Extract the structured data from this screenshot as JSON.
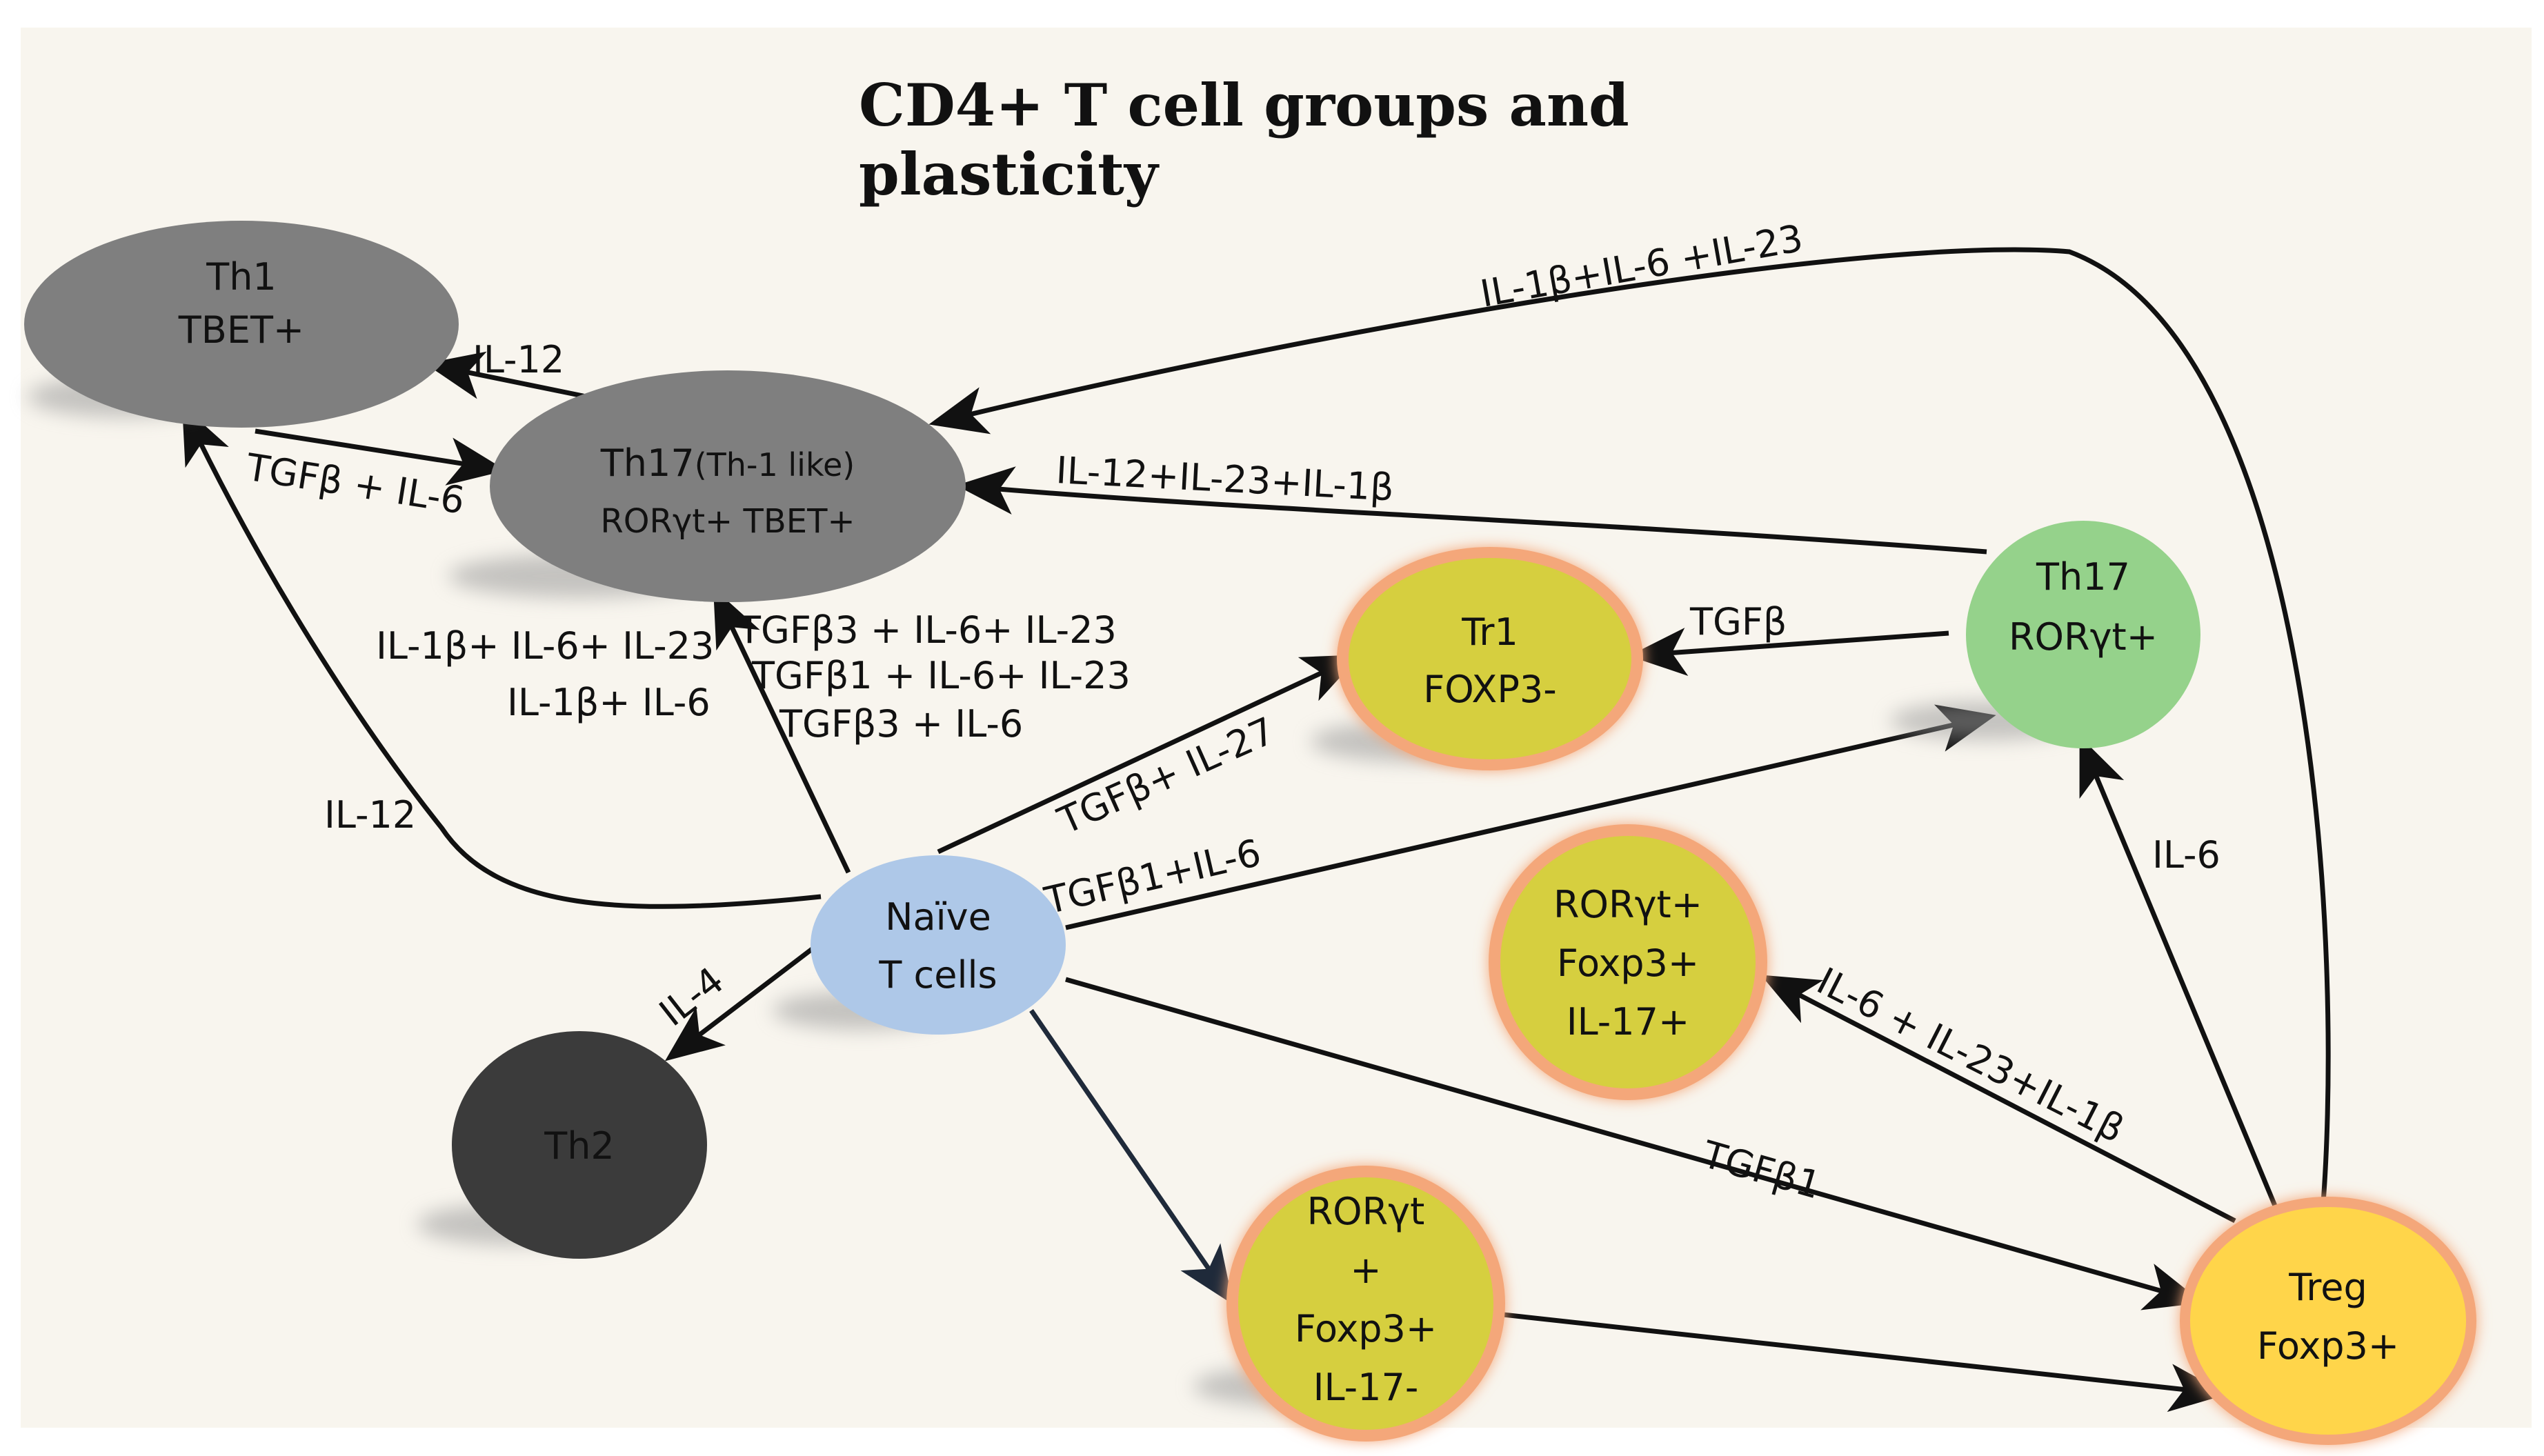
{
  "title_line1": "CD4+ T cell groups and",
  "title_line2": "plasticity",
  "colors": {
    "background": "#f8f5ee",
    "gray_node": "#7f7f7f",
    "dark_node": "#3b3b3b",
    "blue_node": "#aec8e8",
    "green_node": "#95d28b",
    "olive_node": "#d6cf3f",
    "yellow_node": "#ffd54a",
    "glow": "#f4a77a",
    "arrow": "#111111",
    "arrow_dark_blue": "#1f2a3a"
  },
  "nodes": {
    "th1": {
      "line1": "Th1",
      "line2": "TBET+"
    },
    "th17_th1like": {
      "line1": "Th17",
      "line1_suffix": "(Th-1 like)",
      "line2": "RORγt+ TBET+"
    },
    "tr1": {
      "line1": "Tr1",
      "line2": "FOXP3-"
    },
    "th17": {
      "line1": "Th17",
      "line2": "RORγt+"
    },
    "naive": {
      "line1": "Naïve",
      "line2": "T cells"
    },
    "ror_foxp3_il17pos": {
      "line1": "RORγt+",
      "line2": "Foxp3+",
      "line3": "IL-17+"
    },
    "th2": {
      "line1": "Th2"
    },
    "ror_foxp3_il17neg": {
      "line1": "RORγt",
      "line2": "+",
      "line3": "Foxp3+",
      "line4": "IL-17-"
    },
    "treg": {
      "line1": "Treg",
      "line2": "Foxp3+"
    }
  },
  "edges": {
    "treg_to_th17th1": "IL-1β+IL-6 +IL-23",
    "th17th1_to_th1": "IL-12",
    "th1_to_th17th1": "TGFβ + IL-6",
    "th17_to_th17th1": "IL-12+IL-23+IL-1β",
    "th17_to_tr1": "TGFβ",
    "naive_to_th17th1_a": "TGFβ3 + IL-6+ IL-23",
    "naive_to_th17th1_b": "TGFβ1 + IL-6+ IL-23",
    "naive_to_th17th1_c": "TGFβ3 + IL-6",
    "naive_to_th17th1_d": "IL-1β+ IL-6+ IL-23",
    "naive_to_th17th1_e": "IL-1β+ IL-6",
    "naive_to_th1": "IL-12",
    "naive_to_tr1": "TGFβ+ IL-27",
    "naive_to_th17": "TGFβ1+IL-6",
    "naive_to_th2": "IL-4",
    "treg_to_th17": "IL-6",
    "treg_to_rorfoxp3pos": "IL-6 + IL-23+IL-1β",
    "naive_to_treg": "TGFβ1"
  }
}
